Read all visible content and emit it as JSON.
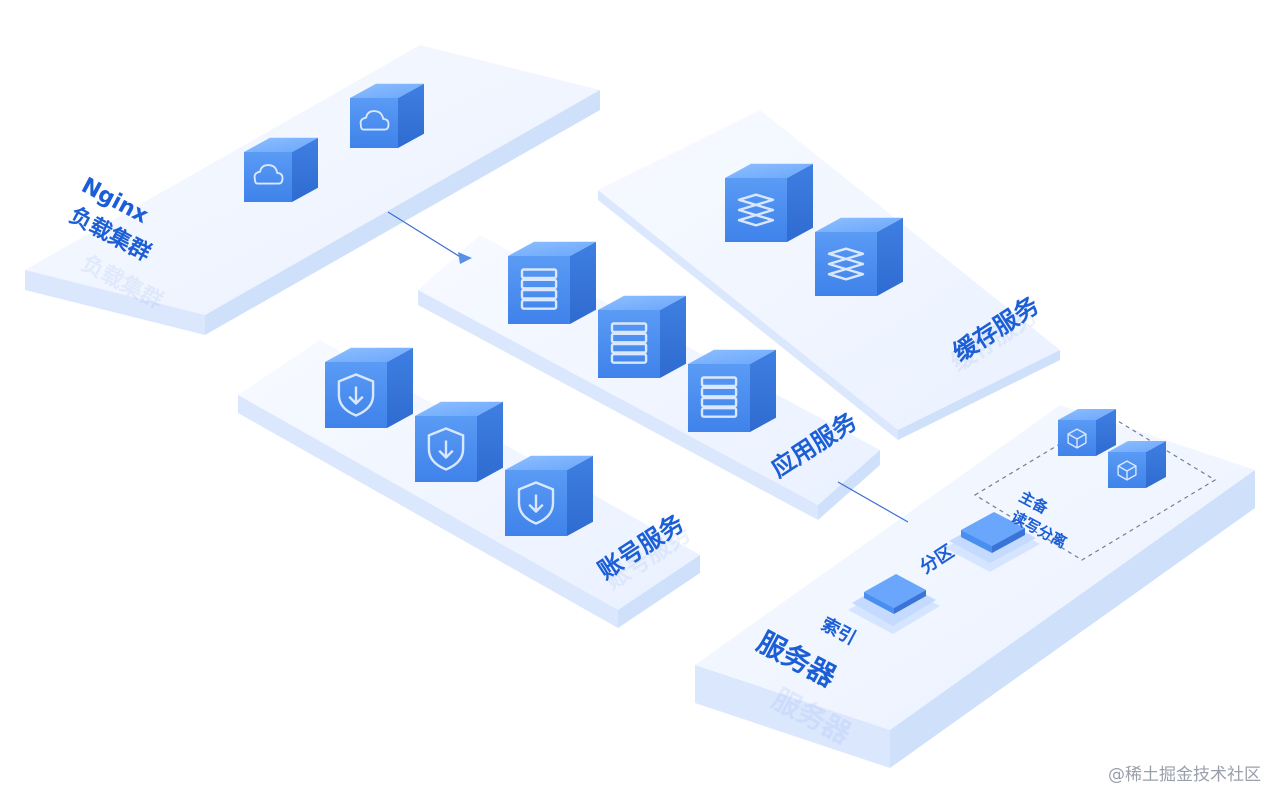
{
  "labels": {
    "nginx_line1": "Nginx",
    "nginx_line2": "负载集群",
    "cache": "缓存服务",
    "app": "应用服务",
    "account": "账号服务",
    "server": "服务器",
    "index": "索引",
    "partition": "分区",
    "master_slave_line1": "主备",
    "master_slave_line2": "读写分离"
  },
  "watermark": "@稀土掘金技术社区",
  "icons": {
    "nginx_cubes": "cloud-icon",
    "cache_cubes": "database-stack-icon",
    "app_cubes": "server-rack-icon",
    "account_cubes": "shield-icon",
    "storage_cubes": "package-icon"
  },
  "colors": {
    "cube_face": "#4a8ef0",
    "cube_side": "#3a74d6",
    "cube_top": "#78b0ff",
    "platform": "#eef4ff",
    "label": "#1b5ed6"
  }
}
